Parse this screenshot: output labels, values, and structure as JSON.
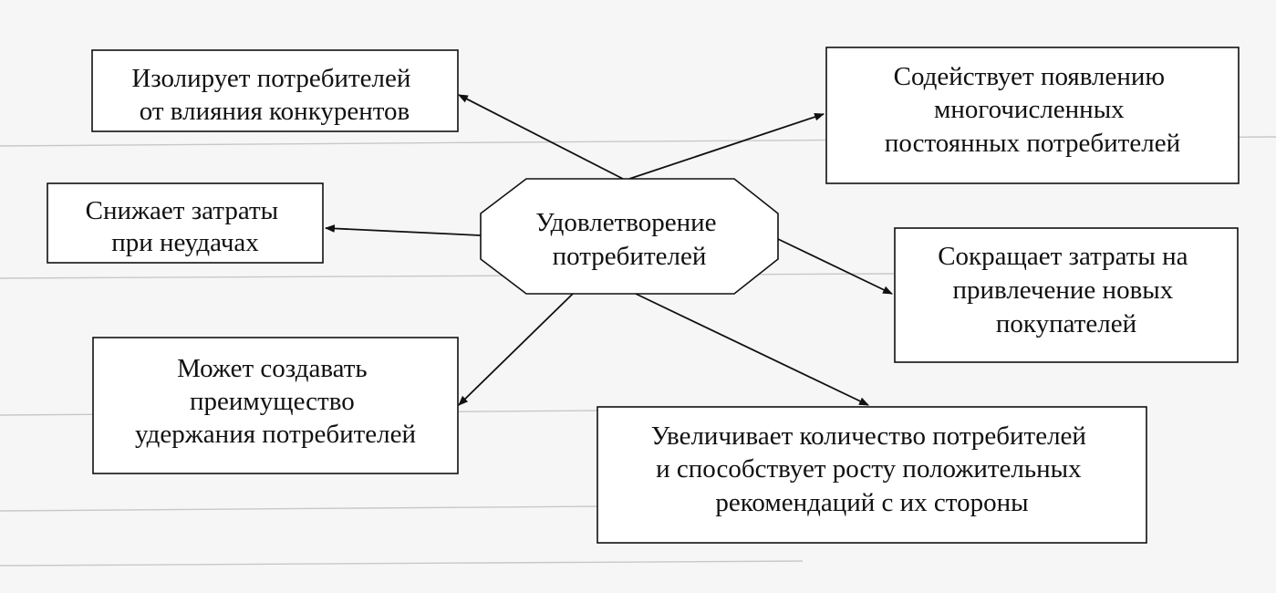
{
  "center": {
    "lines": [
      "Удовлетворение",
      "потребителей"
    ]
  },
  "nodes": [
    {
      "id": "isolate-consumers",
      "lines": [
        "Изолирует потребителей",
        "от влияния конкурентов"
      ]
    },
    {
      "id": "reduce-failure-costs",
      "lines": [
        "Снижает затраты",
        "при неудачах"
      ]
    },
    {
      "id": "retention-advantage",
      "lines": [
        "Может создавать",
        "преимущество",
        "удержания потребителей"
      ]
    },
    {
      "id": "loyal-customers",
      "lines": [
        "Содействует появлению",
        "многочисленных",
        "постоянных потребителей"
      ]
    },
    {
      "id": "reduce-acquisition-costs",
      "lines": [
        "Сокращает затраты на",
        "привлечение новых",
        "покупателей"
      ]
    },
    {
      "id": "increase-recommendations",
      "lines": [
        "Увеличивает количество потребителей",
        "и способствует росту положительных",
        "рекомендаций с их стороны"
      ]
    }
  ]
}
